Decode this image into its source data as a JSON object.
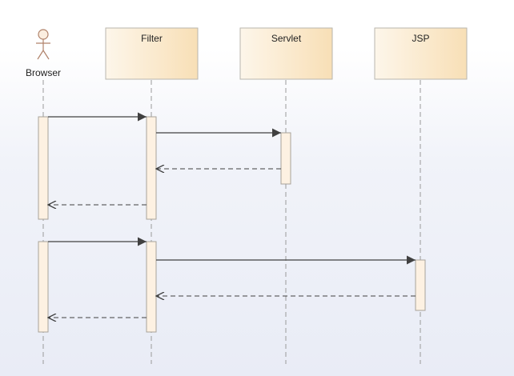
{
  "diagram": {
    "type": "sequence",
    "actor": {
      "label": "Browser"
    },
    "participants": [
      {
        "id": "filter",
        "label": "Filter"
      },
      {
        "id": "servlet",
        "label": "Servlet"
      },
      {
        "id": "jsp",
        "label": "JSP"
      }
    ],
    "messages": [
      {
        "from": "Browser",
        "to": "Filter",
        "kind": "call"
      },
      {
        "from": "Filter",
        "to": "Servlet",
        "kind": "call"
      },
      {
        "from": "Servlet",
        "to": "Filter",
        "kind": "return"
      },
      {
        "from": "Filter",
        "to": "Browser",
        "kind": "return"
      },
      {
        "from": "Browser",
        "to": "Filter",
        "kind": "call"
      },
      {
        "from": "Filter",
        "to": "JSP",
        "kind": "call"
      },
      {
        "from": "JSP",
        "to": "Filter",
        "kind": "return"
      },
      {
        "from": "Filter",
        "to": "Browser",
        "kind": "return"
      }
    ],
    "colors": {
      "box_fill_start": "#fdf6ea",
      "box_fill_end": "#f8dfb6",
      "box_stroke": "#b9b6ae",
      "lifeline": "#9a9a9a",
      "arrow": "#404040",
      "activation_fill": "#fdf1e2",
      "activation_stroke": "#a8a39a"
    }
  }
}
